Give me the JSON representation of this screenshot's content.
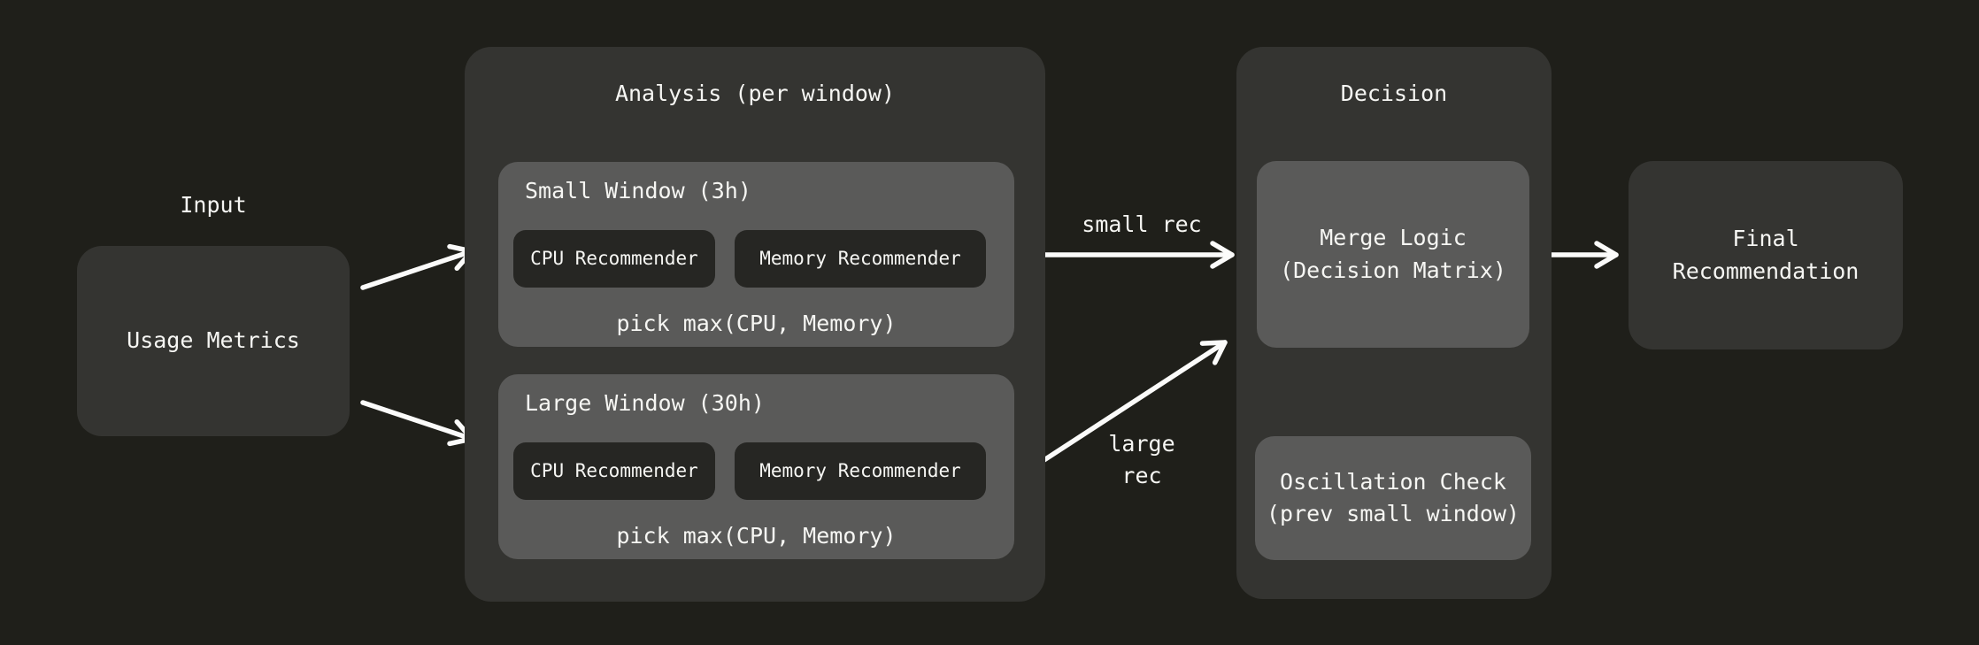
{
  "input": {
    "section_label": "Input",
    "node_label": "Usage Metrics"
  },
  "analysis": {
    "title": "Analysis (per window)",
    "small_window": {
      "title": "Small Window (3h)",
      "cpu_label": "CPU Recommender",
      "memory_label": "Memory Recommender",
      "footer": "pick max(CPU, Memory)"
    },
    "large_window": {
      "title": "Large Window (30h)",
      "cpu_label": "CPU Recommender",
      "memory_label": "Memory Recommender",
      "footer": "pick max(CPU, Memory)"
    }
  },
  "edges": {
    "small_rec": "small rec",
    "large_rec": "large\nrec"
  },
  "decision": {
    "title": "Decision",
    "merge_logic": "Merge Logic\n(Decision Matrix)",
    "oscillation_check": "Oscillation Check\n(prev small window)"
  },
  "final": {
    "label": "Final\nRecommendation"
  },
  "colors": {
    "background": "#1f1f1a",
    "container": "#343431",
    "panel": "#5a5a59",
    "chip": "#262623",
    "text": "#f6f6f3",
    "arrow": "#fbfbfa"
  }
}
